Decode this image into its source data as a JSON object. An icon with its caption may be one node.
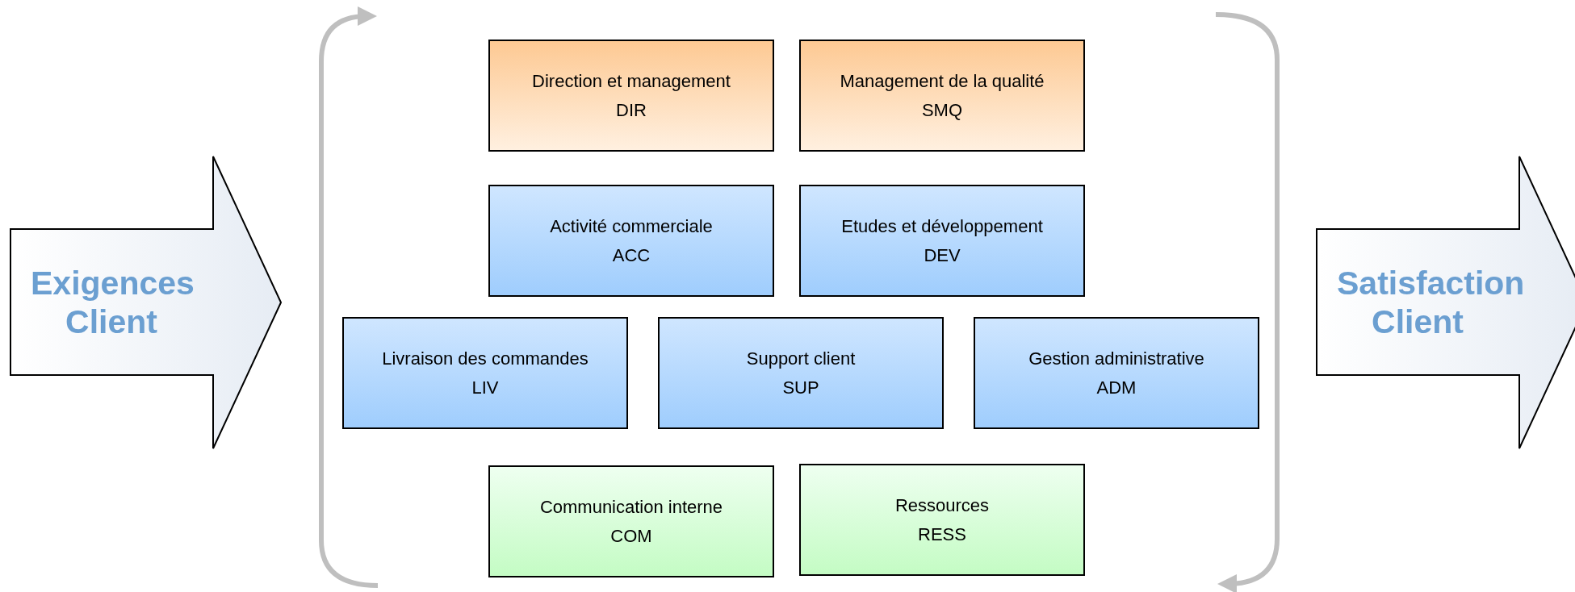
{
  "diagram": {
    "nodes": [
      {
        "text": [
          "Exigences Client"
        ]
      },
      {
        "text": [
          "Direction et management",
          "DIR"
        ]
      },
      {
        "text": [
          "Management de la qualité",
          "SMQ"
        ]
      },
      {
        "text": [
          "Activité commerciale",
          "ACC"
        ]
      },
      {
        "text": [
          "Etudes et développement",
          "DEV"
        ]
      },
      {
        "text": [
          "Livraison des commandes",
          "LIV"
        ]
      },
      {
        "text": [
          "Support client",
          "SUP"
        ]
      },
      {
        "text": [
          "Gestion administrative",
          "ADM"
        ]
      },
      {
        "text": [
          "Communication interne",
          "COM"
        ]
      },
      {
        "text": [
          "Ressources",
          "RESS"
        ]
      },
      {
        "text": [
          "Satisfaction Client"
        ]
      }
    ]
  }
}
